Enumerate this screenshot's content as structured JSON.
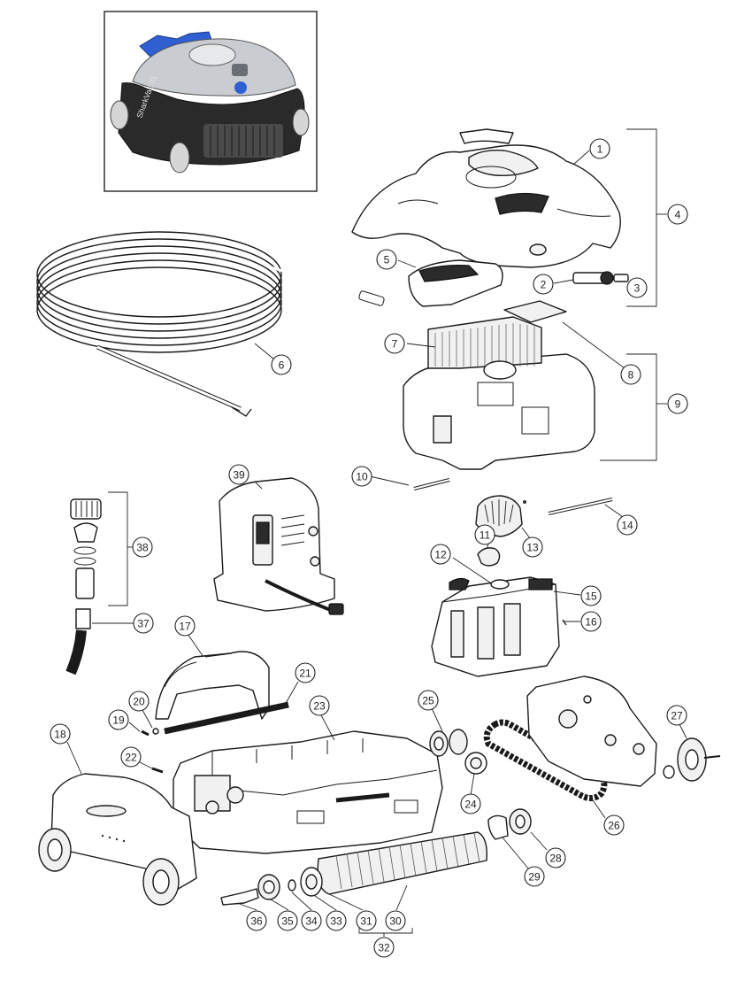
{
  "callouts": [
    "1",
    "2",
    "3",
    "4",
    "5",
    "6",
    "7",
    "8",
    "9",
    "10",
    "11",
    "12",
    "13",
    "14",
    "15",
    "16",
    "17",
    "18",
    "19",
    "20",
    "21",
    "22",
    "23",
    "24",
    "25",
    "26",
    "27",
    "28",
    "29",
    "30",
    "31",
    "32",
    "33",
    "34",
    "35",
    "36",
    "37",
    "38",
    "39"
  ],
  "logo": {
    "text": "SharkVac XL"
  }
}
